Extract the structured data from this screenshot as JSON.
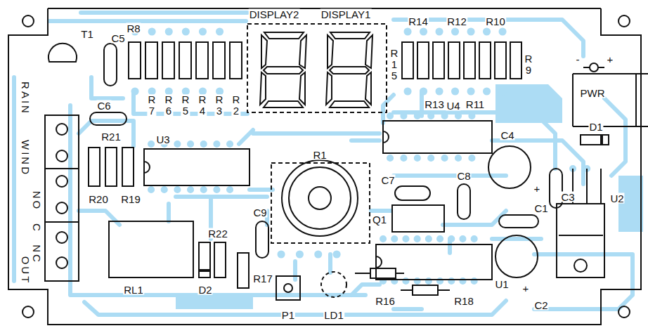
{
  "diagram": {
    "labels": [
      "DISPLAY2",
      "DISPLAY1",
      "T1",
      "C5",
      "R8",
      "R7",
      "R6",
      "R5",
      "R4",
      "R3",
      "R2",
      "R14",
      "R12",
      "R10",
      "R15",
      "R9",
      "R13",
      "R11",
      "-",
      "+",
      "PWR",
      "RAIN",
      "WIND",
      "OUT",
      "NO",
      "C",
      "NC",
      "C6",
      "R21",
      "U3",
      "R1",
      "U4",
      "C4",
      "+",
      "D1",
      "C8",
      "C7",
      "Q1",
      "C1",
      "C3",
      "U2",
      "C9",
      "R20",
      "R19",
      "R22",
      "RL1",
      "D2",
      "R17",
      "P1",
      "LD1",
      "R16",
      "R18",
      "U1",
      "C2",
      "+"
    ]
  }
}
